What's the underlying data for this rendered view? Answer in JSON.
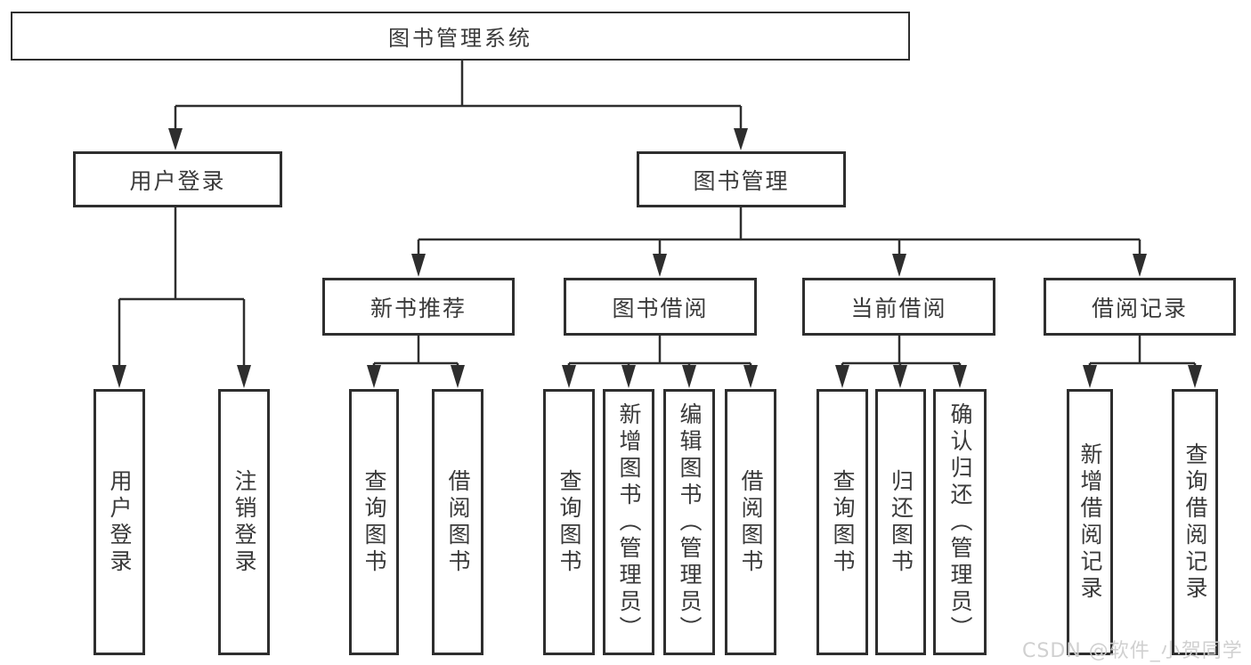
{
  "colors": {
    "line": "#2e2e2e",
    "box_border": "#2e2e2e",
    "text": "#3a3a3a",
    "background": "#ffffff",
    "watermark": "#cdcdcd"
  },
  "watermark": {
    "text": "CSDN @软件_小贺同学"
  },
  "tree": {
    "root": {
      "label": "图书管理系统"
    },
    "branches": [
      {
        "label": "用户登录",
        "children": [
          {
            "label": "用户登录"
          },
          {
            "label": "注销登录"
          }
        ]
      },
      {
        "label": "图书管理",
        "children": [
          {
            "label": "新书推荐",
            "children": [
              {
                "label": "查询图书"
              },
              {
                "label": "借阅图书"
              }
            ]
          },
          {
            "label": "图书借阅",
            "children": [
              {
                "label": "查询图书"
              },
              {
                "label": "新增图书（管理员）"
              },
              {
                "label": "编辑图书（管理员）"
              },
              {
                "label": "借阅图书"
              }
            ]
          },
          {
            "label": "当前借阅",
            "children": [
              {
                "label": "查询图书"
              },
              {
                "label": "归还图书"
              },
              {
                "label": "确认归还（管理员）"
              }
            ]
          },
          {
            "label": "借阅记录",
            "children": [
              {
                "label": "新增借阅记录"
              },
              {
                "label": "查询借阅记录"
              }
            ]
          }
        ]
      }
    ]
  }
}
